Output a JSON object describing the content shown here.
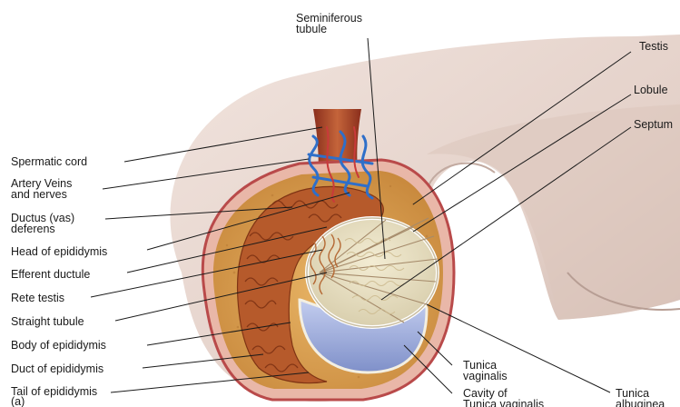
{
  "labels": {
    "seminiferous_tubule": "Seminiferous\ntubule",
    "testis": "Testis",
    "lobule": "Lobule",
    "septum": "Septum",
    "spermatic_cord": "Spermatic cord",
    "artery_veins_nerves": "Artery Veins\nand nerves",
    "ductus_deferens": "Ductus (vas)\ndeferens",
    "head_of_epididymis": "Head of epididymis",
    "efferent_ductule": "Efferent ductule",
    "rete_testis": "Rete testis",
    "straight_tubule": "Straight tubule",
    "body_of_epididymis": "Body of epididymis",
    "duct_of_epididymis": "Duct of epididymis",
    "tail_of_epididymis": "Tail of epididymis",
    "panel_letter": "(a)",
    "tunica_vaginalis": "Tunica\nvaginalis",
    "cavity_of_tunica_vaginalis": "Cavity of\nTunica vaginalis",
    "tunica_albuginea": "Tunica\nalbuginea"
  },
  "colors": {
    "skin": "#eadbd4",
    "skin_shadow": "#c9b2aa",
    "fat_tissue": "#d99e4f",
    "dartos_outline": "#b94a4a",
    "epididymis": "#b65a2b",
    "testis_lobules": "#ece4c7",
    "cavity": "#a9b6e0",
    "veins": "#2f6fc9",
    "arteries": "#c83a3a",
    "leader_line": "#1a1a1a"
  }
}
